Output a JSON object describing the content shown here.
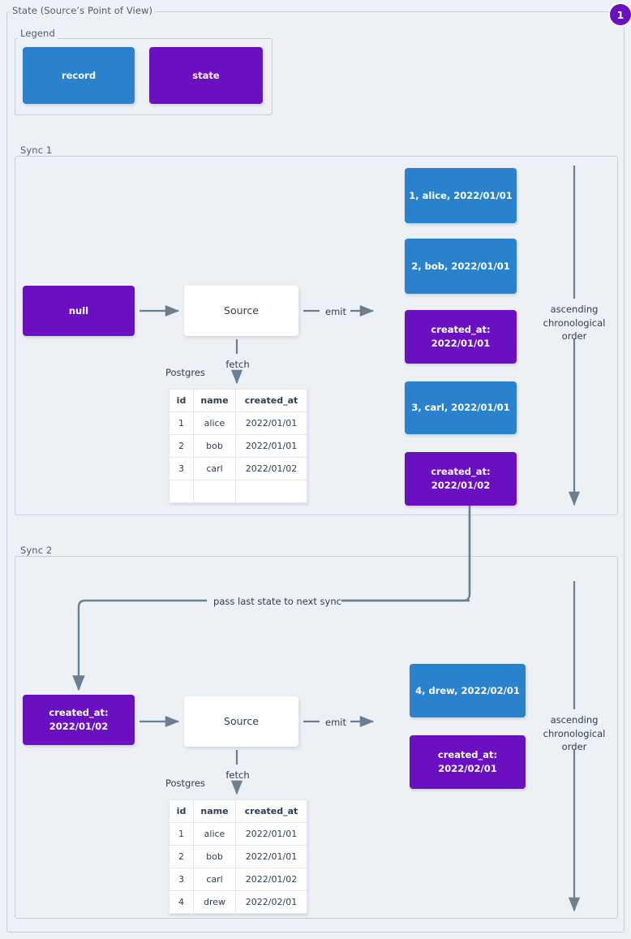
{
  "page": {
    "title": "State (Source’s Point of View)",
    "badge": "1",
    "colors": {
      "record": "#2a81cc",
      "state": "#6b10c0",
      "background": "#edf0f5",
      "frame_border": "#c3cedb",
      "wire": "#6b7f93"
    }
  },
  "legend": {
    "label": "Legend",
    "items": [
      {
        "label": "record",
        "kind": "record"
      },
      {
        "label": "state",
        "kind": "state"
      }
    ]
  },
  "sync1": {
    "label": "Sync 1",
    "state_in": "null",
    "source": "Source",
    "emit_label": "emit",
    "fetch_label": "fetch",
    "db_label": "Postgres",
    "order_note": "ascending\nchronological\norder",
    "emitted": [
      {
        "kind": "record",
        "text": "1, alice, 2022/01/01"
      },
      {
        "kind": "record",
        "text": "2, bob, 2022/01/01"
      },
      {
        "kind": "state",
        "text": "created_at:\n2022/01/01"
      },
      {
        "kind": "record",
        "text": "3, carl, 2022/01/01"
      },
      {
        "kind": "state",
        "text": "created_at:\n2022/01/02"
      }
    ],
    "table": {
      "headers": [
        "id",
        "name",
        "created_at"
      ],
      "rows": [
        [
          "1",
          "alice",
          "2022/01/01"
        ],
        [
          "2",
          "bob",
          "2022/01/01"
        ],
        [
          "3",
          "carl",
          "2022/01/02"
        ],
        [
          "",
          "",
          ""
        ]
      ]
    }
  },
  "sync2": {
    "label": "Sync 2",
    "pass_label": "pass last state to next sync",
    "state_in": "created_at:\n2022/01/02",
    "source": "Source",
    "emit_label": "emit",
    "fetch_label": "fetch",
    "db_label": "Postgres",
    "order_note": "ascending\nchronological\norder",
    "emitted": [
      {
        "kind": "record",
        "text": "4, drew, 2022/02/01"
      },
      {
        "kind": "state",
        "text": "created_at:\n2022/02/01"
      }
    ],
    "table": {
      "headers": [
        "id",
        "name",
        "created_at"
      ],
      "rows": [
        [
          "1",
          "alice",
          "2022/01/01"
        ],
        [
          "2",
          "bob",
          "2022/01/01"
        ],
        [
          "3",
          "carl",
          "2022/01/02"
        ],
        [
          "4",
          "drew",
          "2022/02/01"
        ]
      ]
    }
  }
}
